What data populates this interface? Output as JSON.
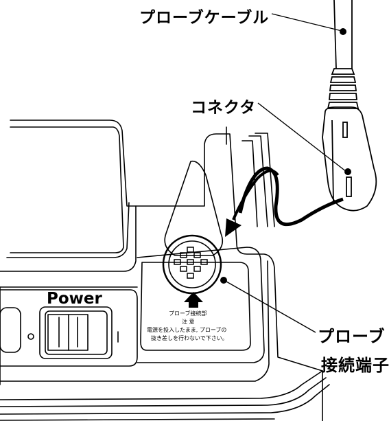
{
  "labels": {
    "probe_cable": "プローブケーブル",
    "connector": "コネクタ",
    "probe": "プローブ",
    "terminal": "接続端子"
  },
  "panel": {
    "power_label": "Power",
    "plate_line1": "プローブ接続部",
    "plate_line2": "注 意",
    "plate_line3": "電源を投入したまま, プローブの",
    "plate_line4": "抜き差しを行わないで下さい。"
  },
  "colors": {
    "line": "#000000",
    "background": "#ffffff"
  }
}
